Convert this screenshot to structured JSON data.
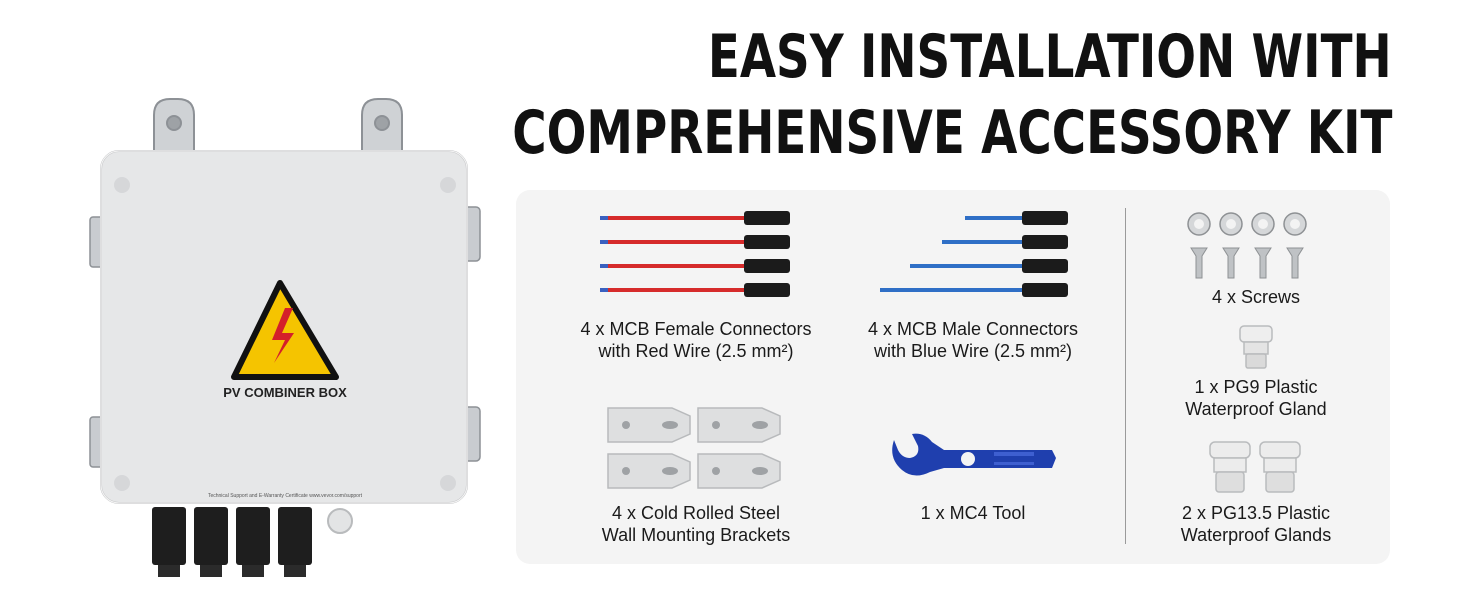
{
  "headline": {
    "line1": "EASY INSTALLATION WITH",
    "line2": "COMPREHENSIVE ACCESSORY KIT"
  },
  "product": {
    "label": "PV COMBINER BOX",
    "fine_print": "Technical Support and E-Warranty Certificate www.vevor.com/support"
  },
  "kit": {
    "red_wire": {
      "line1": "4 x MCB Female Connectors",
      "line2": "with Red Wire (2.5 mm²)"
    },
    "blue_wire": {
      "line1": "4 x MCB Male Connectors",
      "line2": "with Blue Wire (2.5 mm²)"
    },
    "brackets": {
      "line1": "4 x Cold Rolled Steel",
      "line2": "Wall Mounting Brackets"
    },
    "tool": {
      "line1": "1 x MC4 Tool"
    },
    "screws": {
      "line1": "4 x Screws"
    },
    "pg9": {
      "line1": "1 x PG9 Plastic",
      "line2": "Waterproof Gland"
    },
    "pg13": {
      "line1": "2 x PG13.5 Plastic",
      "line2": "Waterproof Glands"
    }
  },
  "colors": {
    "red_wire": "#d62b2b",
    "blue_wire": "#2f6fc6",
    "warning_yellow": "#f5c400",
    "tool_blue": "#1f3fae"
  }
}
